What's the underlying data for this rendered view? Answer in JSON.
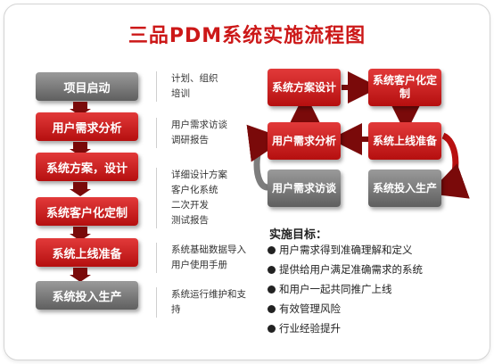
{
  "title": "三品PDM系统实施流程图",
  "steps": [
    {
      "label": "项目启动",
      "color": "gray"
    },
    {
      "label": "用户需求分析",
      "color": "red"
    },
    {
      "label": "系统方案，设计",
      "color": "red"
    },
    {
      "label": "系统客户化定制",
      "color": "red"
    },
    {
      "label": "系统上线准备",
      "color": "red"
    },
    {
      "label": "系统投入生产",
      "color": "gray"
    }
  ],
  "notes": [
    [
      "计划、组织",
      "培训"
    ],
    [
      "用户需求访谈",
      "调研报告"
    ],
    [
      "详细设计方案",
      "客户化系统",
      "二次开发",
      "测试报告"
    ],
    [
      "系统基础数据导入",
      "用户使用手册"
    ],
    [
      "系统运行维护和支",
      "持"
    ]
  ],
  "cycle": {
    "design": "系统方案设计",
    "custom": "系统客户化定制",
    "analysis": "用户需求分析",
    "prepare": "系统上线准备",
    "interview": "用户需求访谈",
    "production": "系统投入生产"
  },
  "goals_title": "实施目标：",
  "goals": [
    "用户需求得到准确理解和定义",
    "提供给用户满足准确需求的系统",
    "和用户一起共同推广上线",
    "有效管理风险",
    "行业经验提升"
  ],
  "colors": {
    "accent": "#cc1818",
    "dark_red": "#7a0a0a",
    "gray": "#6f6f6f"
  }
}
